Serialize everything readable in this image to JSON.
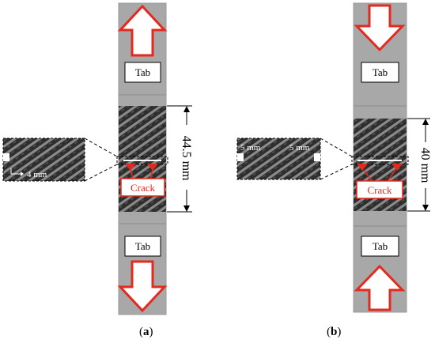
{
  "colors": {
    "tab_grey": "#a8a8a8",
    "tab_border": "#9a9a9a",
    "composite_dark": "#2e2e2e",
    "composite_weave": "#8a8a8a",
    "arrow_red": "#e4291e",
    "crack_red": "#e4291e",
    "dimension_black": "#000000"
  },
  "panel_a": {
    "caption_letter": "a",
    "tab_top_label": "Tab",
    "tab_bottom_label": "Tab",
    "dimension_label": "44.5 mm",
    "crack_label": "Crack",
    "inset_label": "4 mm",
    "load_direction": "tension (arrows pointing outward)"
  },
  "panel_b": {
    "caption_letter": "b",
    "tab_top_label": "Tab",
    "tab_bottom_label": "Tab",
    "dimension_label": "40 mm",
    "crack_label": "Crack",
    "inset_label_left": "5 mm",
    "inset_label_right": "5 mm",
    "load_direction": "compression (arrows pointing inward)"
  }
}
